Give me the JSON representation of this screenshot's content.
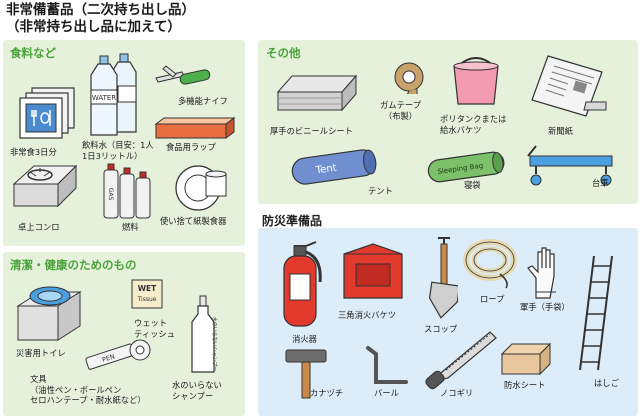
{
  "title": {
    "line1": "非常備蓄品（二次持ち出し品）",
    "line2": "（非常持ち出し品に加えて）"
  },
  "sections": {
    "food": {
      "heading": "食料など",
      "items": {
        "emergency_food": "非常食3日分",
        "water_1": "飲料水（目安：1人",
        "water_2": "1日3リットル）",
        "knife": "多機能ナイフ",
        "wrap": "食品用ラップ",
        "stove": "卓上コンロ",
        "fuel": "燃料",
        "dishes": "使い捨て紙製食器"
      }
    },
    "other": {
      "heading": "その他",
      "items": {
        "sheet": "厚手のビニールシート",
        "tape_1": "ガムテープ",
        "tape_2": "（布製）",
        "tank_1": "ポリタンクまたは",
        "tank_2": "給水バケツ",
        "newspaper": "新聞紙",
        "tent": "テント",
        "sleeping_bag": "寝袋",
        "cart": "台車"
      }
    },
    "hygiene": {
      "heading": "清潔・健康のためのもの",
      "items": {
        "toilet": "災害用トイレ",
        "tissue_1": "ウェット",
        "tissue_2": "ティッシュ",
        "stationery_1": "文具",
        "stationery_2": "（油性ペン・ボールペン",
        "stationery_3": "セロハンテープ・耐水紙など）",
        "shampoo_1": "水のいらない",
        "shampoo_2": "シャンプー"
      }
    },
    "disaster": {
      "heading": "防災準備品",
      "items": {
        "extinguisher": "消火器",
        "bucket": "三角消火バケツ",
        "shovel": "スコップ",
        "rope": "ロープ",
        "gloves": "軍手（手袋）",
        "ladder": "はしご",
        "hammer": "カナヅチ",
        "bar": "バール",
        "saw": "ノコギリ",
        "sheet": "防水シート"
      }
    }
  },
  "product_text": {
    "water_bottle": "WATER",
    "fuel_can": "GAS",
    "tent_bag": "Tent",
    "sleeping_bag": "Sleeping Bag",
    "wet_tissue_1": "WET",
    "wet_tissue_2": "Tissue",
    "pen": "PEN",
    "shampoo": "水のいらないシャンプー"
  },
  "colors": {
    "green_panel": "#e6f1dc",
    "blue_panel": "#dcecf8",
    "green_heading": "#4aa33a",
    "extinguisher_red": "#e23a2c",
    "tent_blue": "#6f8fd0",
    "sleeping_bag_green": "#7cc06a"
  }
}
